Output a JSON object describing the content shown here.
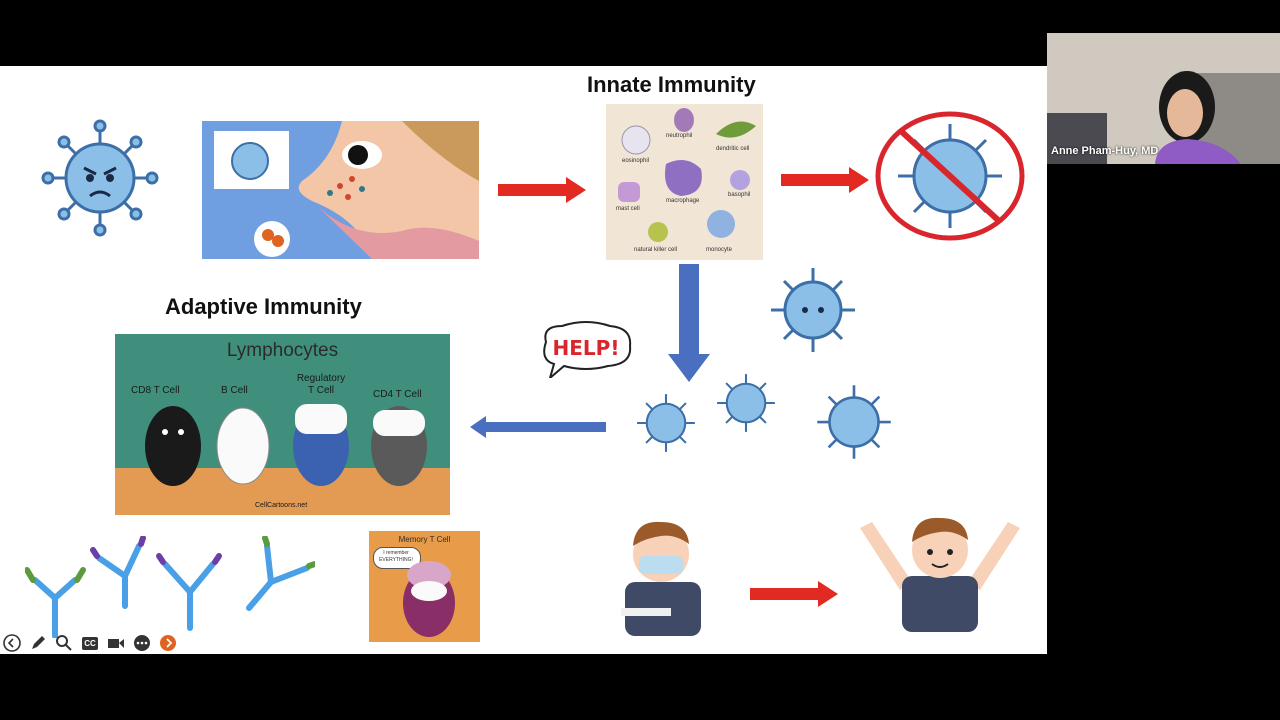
{
  "slide": {
    "innate_title": "Innate Immunity",
    "adaptive_title": "Adaptive Immunity"
  },
  "innate_cells": {
    "eosinophil": "eosinophil",
    "neutrophil": "neutrophil",
    "dendritic": "dendritic cell",
    "macrophage": "macrophage",
    "mast": "mast cell",
    "basophil": "basophil",
    "nk": "natural killer cell",
    "monocyte": "monocyte"
  },
  "lymphocytes": {
    "title": "Lymphocytes",
    "cd8": "CD8 T Cell",
    "b": "B Cell",
    "treg_line1": "Regulatory",
    "treg_line2": "T Cell",
    "cd4": "CD4 T Cell",
    "credit": "CellCartoons.net"
  },
  "memory": {
    "title": "Memory T Cell",
    "bubble_line1": "I remember",
    "bubble_line2": "EVERYTHING!"
  },
  "help_text": "HELP!",
  "participant": {
    "name": "Anne Pham-Huy, MD"
  },
  "toolbar": {
    "cc_label": "CC"
  },
  "colors": {
    "virus": "#8cbfe8",
    "virus_stroke": "#3c6fa8",
    "red_arrow": "#e32a22",
    "blue_arrow": "#4a6fc0",
    "prohibit": "#d9262c"
  }
}
